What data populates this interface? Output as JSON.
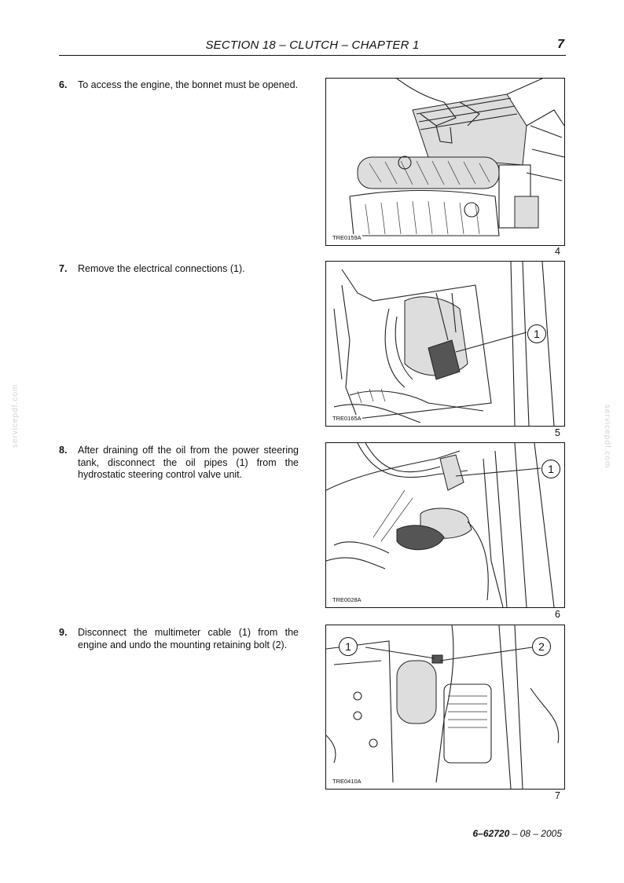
{
  "header": {
    "title": "SECTION 18 – CLUTCH  – CHAPTER 1",
    "page": "7"
  },
  "steps": [
    {
      "number": "6.",
      "text": "To access the engine, the bonnet must be opened."
    },
    {
      "number": "7.",
      "text": "Remove the electrical connections (1)."
    },
    {
      "number": "8.",
      "text": "After draining off the oil from the power steering tank, disconnect the oil pipes (1) from the hydrostatic steering control valve unit."
    },
    {
      "number": "9.",
      "text": "Disconnect the multimeter cable (1) from the engine and undo the mounting retaining bolt (2)."
    }
  ],
  "figures": [
    {
      "code": "TRE0159A",
      "number": "4",
      "callouts": []
    },
    {
      "code": "TRE0165A",
      "number": "5",
      "callouts": [
        "1"
      ]
    },
    {
      "code": "TRE0028A",
      "number": "6",
      "callouts": [
        "1"
      ]
    },
    {
      "code": "TRE0410A",
      "number": "7",
      "callouts": [
        "1",
        "2"
      ]
    }
  ],
  "watermark": "servicepdf.com",
  "footer": {
    "code": "6–62720",
    "date": " – 08 – 2005"
  }
}
